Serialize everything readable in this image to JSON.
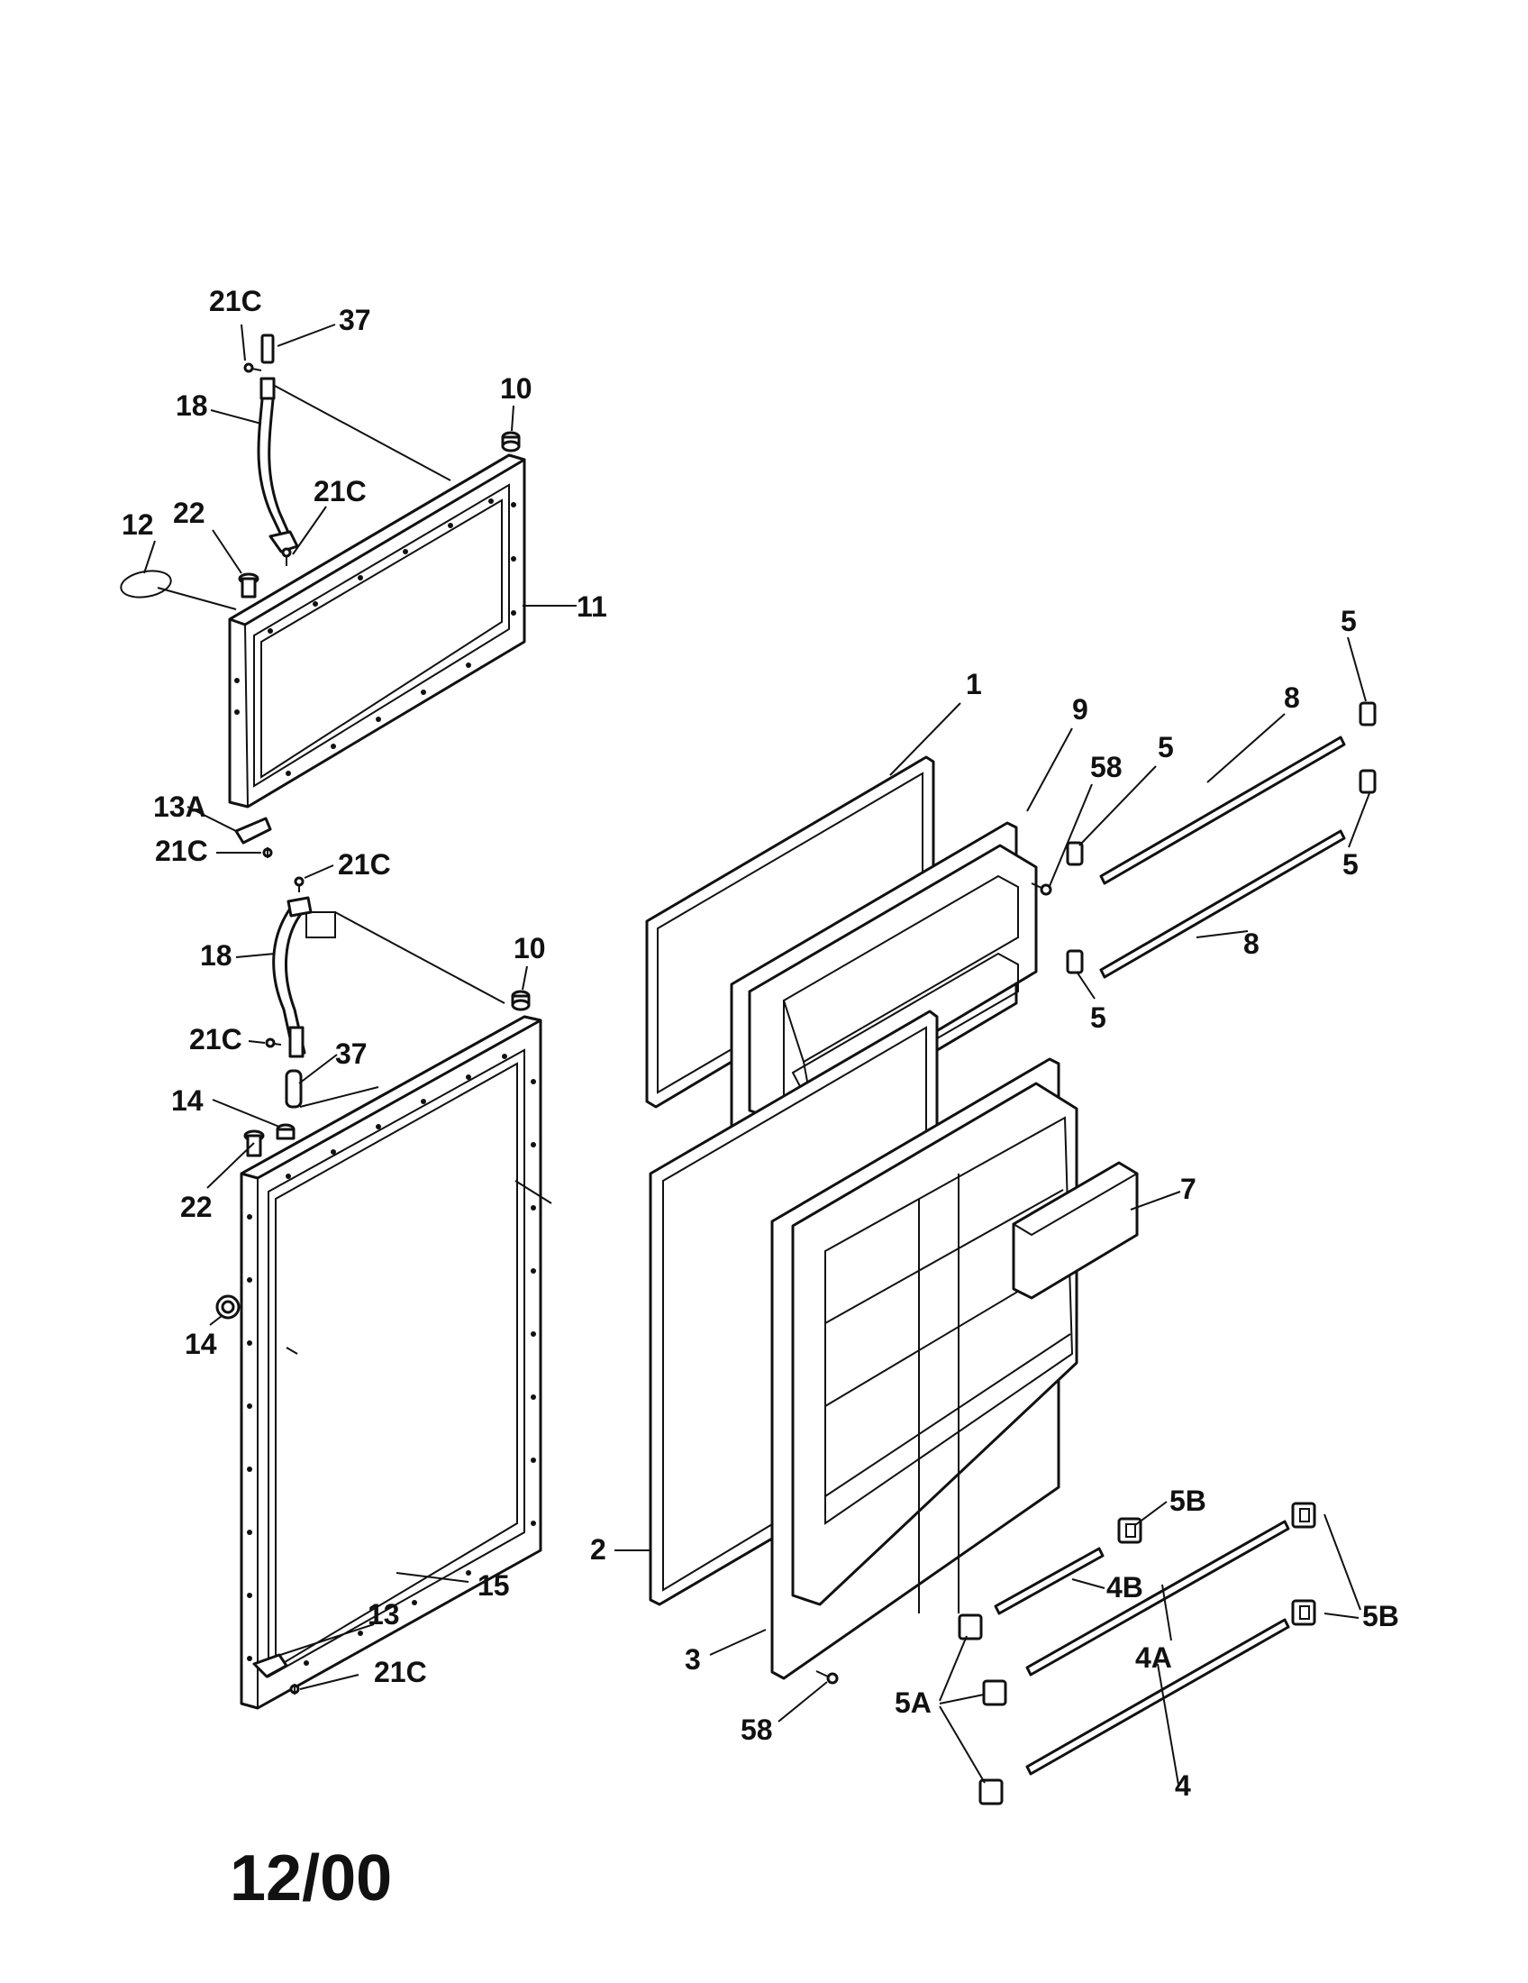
{
  "labels": {
    "l21c_a": "21C",
    "l37_a": "37",
    "l18_a": "18",
    "l10_a": "10",
    "l21c_b": "21C",
    "l12": "12",
    "l22_a": "22",
    "l11": "11",
    "l13a": "13A",
    "l21c_c": "21C",
    "l21c_d": "21C",
    "l18_b": "18",
    "l10_b": "10",
    "l21c_e": "21C",
    "l37_b": "37",
    "l14_a": "14",
    "l22_b": "22",
    "l14_b": "14",
    "l15": "15",
    "l13": "13",
    "l21c_f": "21C",
    "l1": "1",
    "l9": "9",
    "l58_a": "58",
    "l5_a": "5",
    "l8_a": "8",
    "l5_b": "5",
    "l5_c": "5",
    "l8_b": "8",
    "l5_d": "5",
    "l7": "7",
    "l2": "2",
    "l3": "3",
    "l58_b": "58",
    "l5b_a": "5B",
    "l4b": "4B",
    "l5b_b": "5B",
    "l4a": "4A",
    "l5a": "5A",
    "l4": "4"
  },
  "footer": {
    "date_code": "12/00"
  },
  "colors": {
    "ink": "#111111",
    "paper": "#ffffff"
  }
}
